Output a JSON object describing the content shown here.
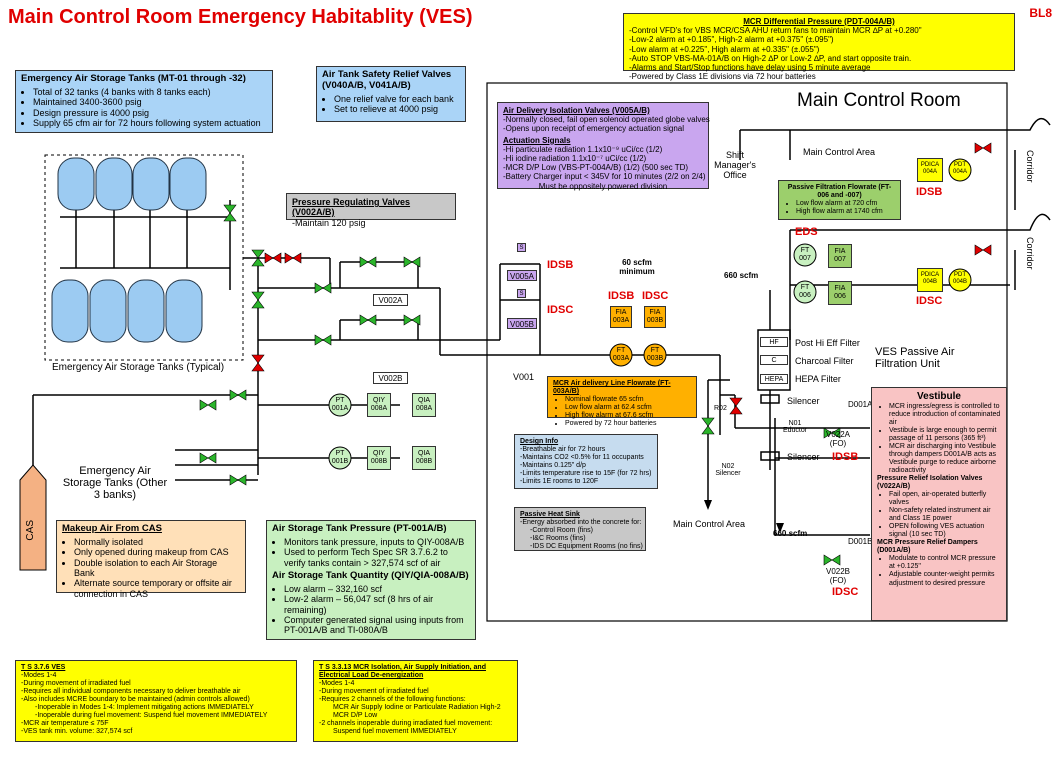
{
  "title": "Main Control Room Emergency Habitablity (VES)",
  "page_code": "BL8",
  "mcr_dp": {
    "heading": "MCR Differential Pressure (PDT-004A/B)",
    "lines": [
      "-Control VFD's for VBS MCR/CSA AHU return fans to maintain MCR ∆P at +0.280\"",
      "-Low-2 alarm at +0.185\", High-2 alarm at +0.375\" (±.095\")",
      "-Low alarm at +0.225\", High alarm at +0.335\" (±.055\")",
      "-Auto STOP VBS-MA-01A/B on High-2 ∆P or Low-2 ∆P, and start opposite train.",
      "-Alarms and Start/Stop functions have delay using 5 minute average",
      "-Powered by Class 1E divisions via 72 hour batteries"
    ]
  },
  "storage_tanks": {
    "heading": "Emergency Air Storage Tanks (MT-01 through -32)",
    "bullets": [
      "Total of 32 tanks (4 banks with 8 tanks each)",
      "Maintained 3400-3600 psig",
      "Design pressure is 4000 psig",
      "Supply 65 cfm air for 72 hours following system actuation"
    ]
  },
  "relief_valves": {
    "heading": "Air Tank Safety Relief Valves (V040A/B, V041A/B)",
    "bullets": [
      "One relief valve for each bank",
      "Set to relieve at 4000 psig"
    ]
  },
  "prv": {
    "heading": "Pressure Regulating Valves (V002A/B)",
    "line": "-Maintain 120 psig"
  },
  "isolation": {
    "heading": "Air Delivery Isolation Valves (V005A/B)",
    "lines": [
      "-Normally closed, fail open solenoid operated globe valves",
      "-Opens upon receipt of emergency actuation signal"
    ],
    "signals_heading": "Actuation Signals",
    "signals": [
      "-Hi particulate radiation 1.1x10⁻⁹ uCi/cc (1/2)",
      "-Hi iodine radiation 1.1x10⁻⁷ uCi/cc (1/2)",
      "-MCR D/P Low (VBS-PT-004A/B) (1/2) (500 sec TD)",
      "-Battery Charger input < 345V for 10 minutes (2/2 on 2/4)",
      "Must be oppositely powered division"
    ]
  },
  "mcr_label": "Main Control Room",
  "shift_mgr": "Shift Manager's Office",
  "main_control_area": "Main Control Area",
  "main_control_area_2": "Main Control Area",
  "corridor": "Corridor",
  "passive_filtration": {
    "heading": "Passive Filtration Flowrate (FT-006 and -007)",
    "bullets": [
      "Low flow alarm at 720 cfm",
      "High flow alarm at 1740 cfm"
    ]
  },
  "eds": "EDS",
  "idsb": "IDSB",
  "idsc": "IDSC",
  "flow_60": "60 scfm minimum",
  "flow_660": "660 scfm",
  "flow_660_b": "660 scfm",
  "filters": {
    "hepa": "HEPA",
    "hf": "HF",
    "c": "C",
    "post": "Post Hi Eff Filter",
    "charcoal": "Charcoal Filter",
    "hepa_label": "HEPA Filter"
  },
  "ves_unit": "VES Passive Air Filtration Unit",
  "silencer": "Silencer",
  "silencer_2": "Silencer",
  "n01": "N01 Eductor",
  "n02": "N02 Silencer",
  "r02": "R02",
  "v001": "V001",
  "v002a": "V002A",
  "v002b": "V002B",
  "v005a": "V005A",
  "v005b": "V005B",
  "s": "S",
  "fia003a": "FIA 003A",
  "fia003b": "FIA 003B",
  "ft003a": "FT 003A",
  "ft003b": "FT 003B",
  "ft007": "FT 007",
  "fia007": "FIA 007",
  "ft006": "FT 006",
  "fia006": "FIA 006",
  "pdt004a": "PDT 004A",
  "pdica004a": "PDICA 004A",
  "pdt004b": "PDT 004B",
  "pdica004b": "PDICA 004B",
  "pt001a": "PT 001A",
  "pt001b": "PT 001B",
  "qiy008a": "QIY 008A",
  "qia008a": "QIA 008A",
  "qiy008b": "QIY 008B",
  "qia008b": "QIA 008B",
  "d001a": "D001A",
  "d001b": "D001B",
  "v022a": "V022A (FO)",
  "v022b": "V022B (FO)",
  "line_flow": {
    "heading": "MCR Air delivery Line Flowrate (FT-003A/B)",
    "bullets": [
      "Nominal flowrate 65 scfm",
      "Low flow alarm at 62.4 scfm",
      "High flow alarm at 67.6 scfm",
      "Powered by 72 hour batteries"
    ]
  },
  "design_info": {
    "heading": "Design Info",
    "lines": [
      "-Breathable air for 72 hours",
      "-Maintains CO2 <0.5% for 11 occupants",
      "-Maintains 0.125\" d/p",
      "-Limits temperature rise to 15F (for 72 hrs)",
      "-Limits 1E rooms to 120F"
    ]
  },
  "heat_sink": {
    "heading": "Passive Heat Sink",
    "lines": [
      "-Energy absorbed into the concrete for:",
      "-Control Room (fins)",
      "-I&C Rooms (fins)",
      "-IDS DC Equipment Rooms (no fins)"
    ]
  },
  "vestibule": {
    "heading": "Vestibule",
    "bullets": [
      "MCR ingress/egress is controlled to reduce introduction of contaminated air",
      "Vestibule is large enough to permit passage of 11 persons (365 ft³)",
      "MCR air discharging into Vestibule through dampers D001A/B acts as Vestibule purge to reduce airborne radioactivity"
    ],
    "pr_heading": "Pressure Relief Isolation Valves (V022A/B)",
    "pr_bullets": [
      "Fail open, air-operated butterfly valves",
      "Non-safety related instrument air and Class 1E power",
      "OPEN following VES actuation signal (10 sec TD)"
    ],
    "damper_heading": "MCR Pressure Relief Dampers (D001A/B)",
    "damper_bullets": [
      "Modulate to control MCR pressure at +0.125\"",
      "Adjustable counter-weight permits adjustment to desired pressure"
    ]
  },
  "tanks_typical": "Emergency Air Storage Tanks (Typical)",
  "other_banks": "Emergency Air Storage Tanks (Other 3 banks)",
  "cas": "CAS",
  "makeup": {
    "heading": "Makeup Air From CAS",
    "bullets": [
      "Normally isolated",
      "Only opened during makeup from CAS",
      "Double isolation to each Air Storage Bank",
      "Alternate source temporary or offsite air connection in CAS"
    ]
  },
  "tank_pressure": {
    "heading": "Air Storage Tank Pressure (PT-001A/B)",
    "bullets": [
      "Monitors tank pressure, inputs to QIY-008A/B",
      "Used to perform Tech Spec SR 3.7.6.2 to verify tanks contain > 327,574 scf of air"
    ],
    "q_heading": "Air Storage Tank Quantity (QIY/QIA-008A/B)",
    "q_bullets": [
      "Low alarm – 332,160 scf",
      "Low-2 alarm – 56,047 scf (8 hrs of air remaining)",
      "Computer generated signal using inputs from PT-001A/B and TI-080A/B"
    ]
  },
  "ts376": {
    "heading": "T S 3.7.6 VES",
    "lines": [
      "-Modes 1-4",
      "-During movement of irradiated fuel",
      "-Requires all individual components necessary to deliver breathable air",
      "-Also includes MCRE boundary to be maintained (admin controls allowed)",
      "-Inoperable in Modes 1-4: Implement mitigating actions IMMEDIATELY",
      "-Inoperable during fuel movement: Suspend fuel movement IMMEDIATELY",
      "-MCR air temperature ≤ 75F",
      "-VES tank min. volume: 327,574 scf"
    ]
  },
  "ts3313": {
    "heading": "T S 3.3.13 MCR Isolation, Air Supply Initiation, and Electrical Load De-energization",
    "lines": [
      "-Modes 1-4",
      "-During movement of irradiated fuel",
      "-Requires 2 channels of the following functions:",
      "MCR Air Supply Iodine or Particulate Radiation High-2",
      "MCR D/P Low",
      "-2 channels inoperable during irradiated fuel movement:",
      "Suspend fuel movement IMMEDIATELY"
    ]
  }
}
